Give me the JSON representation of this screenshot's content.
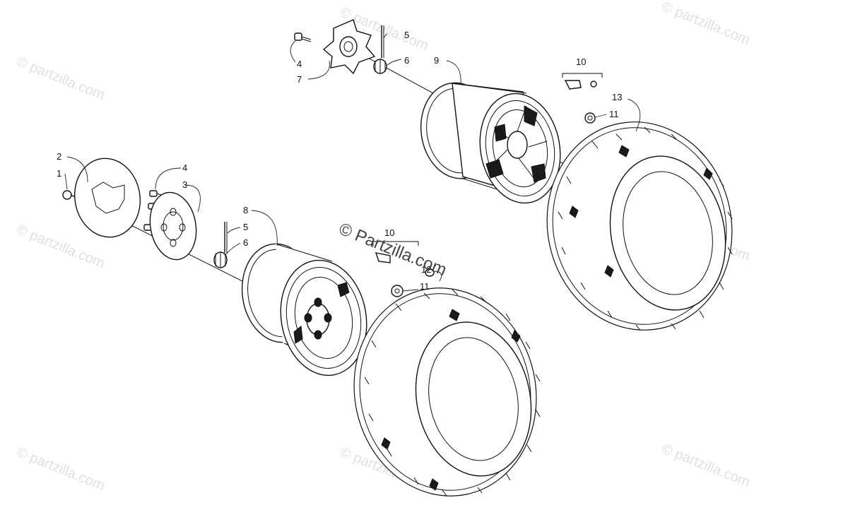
{
  "watermark": "© partzilla.com",
  "center_watermark": "© Partzilla.com",
  "callouts": {
    "c1": "1",
    "c2": "2",
    "c3": "3",
    "c4_upper": "4",
    "c4_lower": "4",
    "c5_upper": "5",
    "c5_lower": "5",
    "c6_upper": "6",
    "c6_lower": "6",
    "c7": "7",
    "c8": "8",
    "c9": "9",
    "c10_upper": "10",
    "c10_lower": "10",
    "c11_upper": "11",
    "c11_lower": "11",
    "c12": "12",
    "c13": "13"
  },
  "colors": {
    "line": "#111111",
    "watermark": "#c8c8c8"
  }
}
